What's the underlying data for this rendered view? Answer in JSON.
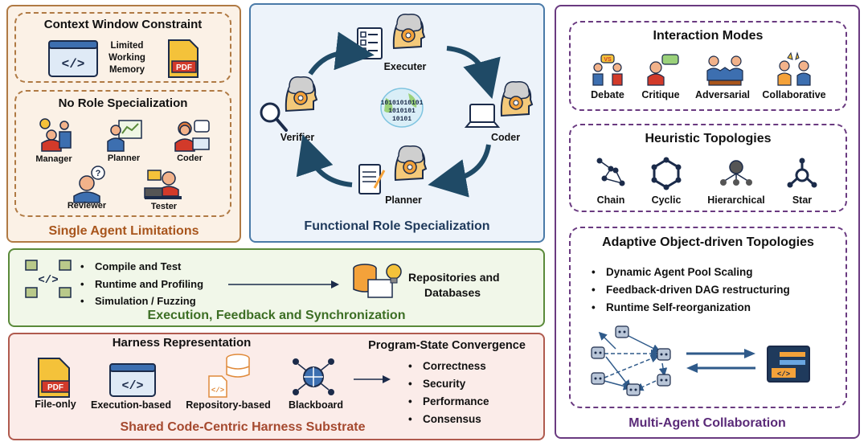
{
  "single_agent": {
    "footer": "Single Agent Limitations",
    "context": {
      "title": "Context Window Constraint",
      "memory_label": "Limited\nWorking\nMemory",
      "pdf_label": "PDF"
    },
    "roles": {
      "title": "No Role Specialization",
      "manager": "Manager",
      "planner": "Planner",
      "coder": "Coder",
      "reviewer": "Reviewer",
      "tester": "Tester"
    }
  },
  "functional": {
    "footer": "Functional Role Specialization",
    "executer": "Executer",
    "verifier": "Verifier",
    "coder": "Coder",
    "planner": "Planner",
    "binary": [
      "10101010101",
      "1010101",
      "10101"
    ]
  },
  "execution": {
    "footer": "Execution, Feedback and Synchronization",
    "items": [
      "Compile and Test",
      "Runtime and Profiling",
      "Simulation / Fuzzing"
    ],
    "target": "Repositories and\nDatabases"
  },
  "harness": {
    "footer": "Shared Code-Centric Harness Substrate",
    "title": "Harness Representation",
    "file_only": "File-only",
    "execution_based": "Execution-based",
    "repository_based": "Repository-based",
    "blackboard": "Blackboard",
    "pdf_label": "PDF",
    "convergence_title": "Program-State Convergence",
    "convergence_items": [
      "Correctness",
      "Security",
      "Performance",
      "Consensus"
    ]
  },
  "multi_agent": {
    "footer": "Multi-Agent Collaboration",
    "interaction": {
      "title": "Interaction Modes",
      "debate": "Debate",
      "critique": "Critique",
      "adversarial": "Adversarial",
      "collaborative": "Collaborative",
      "vs": "VS"
    },
    "heuristic": {
      "title": "Heuristic Topologies",
      "chain": "Chain",
      "cyclic": "Cyclic",
      "hierarchical": "Hierarchical",
      "star": "Star"
    },
    "adaptive": {
      "title": "Adaptive Object-driven Topologies",
      "items": [
        "Dynamic Agent Pool Scaling",
        "Feedback-driven DAG restructuring",
        "Runtime Self-reorganization"
      ]
    }
  },
  "colors": {
    "single_bg": "#fbf1e6",
    "single_border": "#b07a44",
    "single_footer": "#a8551c",
    "functional_bg": "#edf3fa",
    "functional_border": "#4a7aa8",
    "functional_footer": "#1f3a5c",
    "execution_bg": "#f1f7e9",
    "execution_border": "#5a8a3a",
    "execution_footer": "#3c6e24",
    "harness_bg": "#fbece9",
    "harness_border": "#b05a4e",
    "harness_footer": "#a5492f",
    "multi_border": "#6a3a80",
    "multi_footer": "#5a2a78"
  }
}
